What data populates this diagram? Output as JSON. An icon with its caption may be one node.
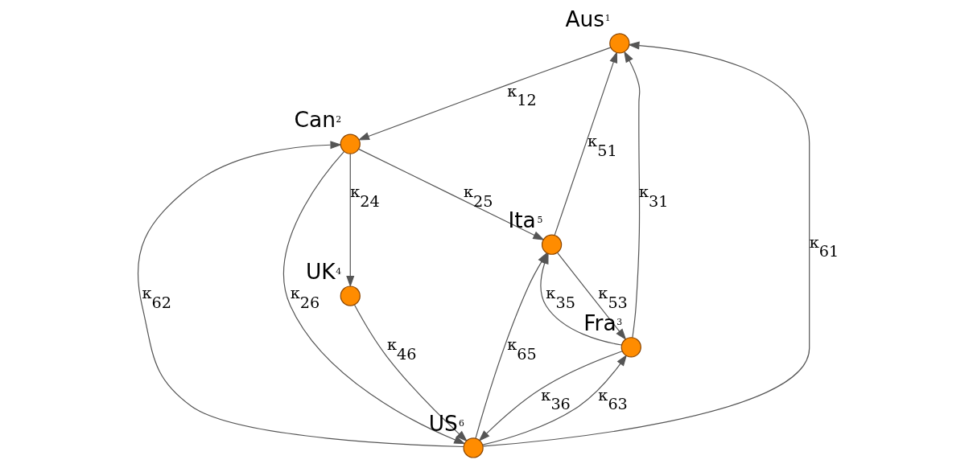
{
  "diagram": {
    "nodes": [
      {
        "text": [
          "Aus"
        ],
        "beside": [
          "1"
        ]
      },
      {
        "text": [
          "Can"
        ],
        "beside": [
          "2"
        ]
      },
      {
        "text": [
          "Ita"
        ],
        "beside": [
          "5"
        ]
      },
      {
        "text": [
          "UK"
        ],
        "beside": [
          "4"
        ]
      },
      {
        "text": [
          "US"
        ],
        "beside": [
          "6"
        ]
      },
      {
        "text": [
          "Fra"
        ],
        "beside": [
          "3"
        ]
      }
    ],
    "edges": [
      {
        "from": 0,
        "to": 1,
        "arrow": "to",
        "label": "κ$_{12}$"
      },
      {
        "from": 1,
        "to": 3,
        "arrow": "to",
        "label": "κ$_{24}$"
      },
      {
        "from": 1,
        "to": 2,
        "arrow": "to",
        "label": "κ$_{25}$"
      },
      {
        "from": 4,
        "to": 0,
        "arrow": "to",
        "label": "κ$_{61}$"
      },
      {
        "from": 2,
        "to": 0,
        "arrow": "to",
        "label": "κ$_{51}$"
      },
      {
        "from": 5,
        "to": 0,
        "arrow": "to",
        "label": "κ$_{31}$"
      },
      {
        "from": 4,
        "to": 1,
        "arrow": "to",
        "label": "κ$_{62}$"
      },
      {
        "from": 1,
        "to": 4,
        "arrow": "to",
        "label": "κ$_{26}$"
      },
      {
        "from": 4,
        "to": 2,
        "arrow": "to",
        "label": "κ$_{65}$"
      },
      {
        "from": 2,
        "to": 5,
        "arrow": "to",
        "label": "κ$_{53}$"
      },
      {
        "from": 3,
        "to": 4,
        "arrow": "to",
        "label": "κ$_{46}$"
      },
      {
        "from": 4,
        "to": 5,
        "arrow": "to",
        "label": "κ$_{63}$"
      },
      {
        "from": 5,
        "to": 2,
        "arrow": "to",
        "label": "κ$_{35}$"
      },
      {
        "from": 5,
        "to": 4,
        "arrow": "to",
        "label": "κ$_{36}$"
      }
    ]
  }
}
